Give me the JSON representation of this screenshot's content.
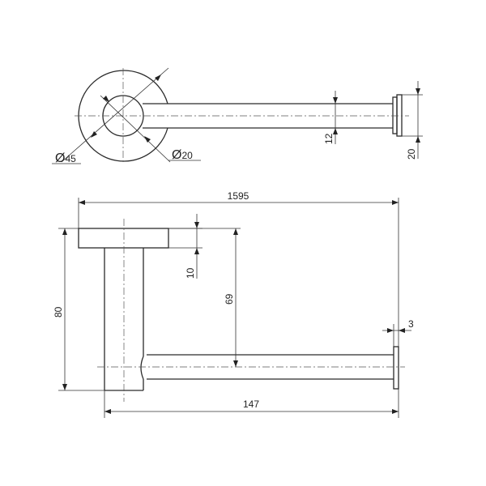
{
  "drawing": {
    "dimensions": {
      "outer_diameter": "45",
      "inner_diameter": "20",
      "bar_thickness": "12",
      "end_cap_height": "20",
      "overall_length": "1595",
      "flange_thickness": "10",
      "bar_height": "69",
      "overall_height": "80",
      "projection": "147",
      "end_cap_thickness": "3"
    },
    "diameter_symbol": "Ø"
  }
}
